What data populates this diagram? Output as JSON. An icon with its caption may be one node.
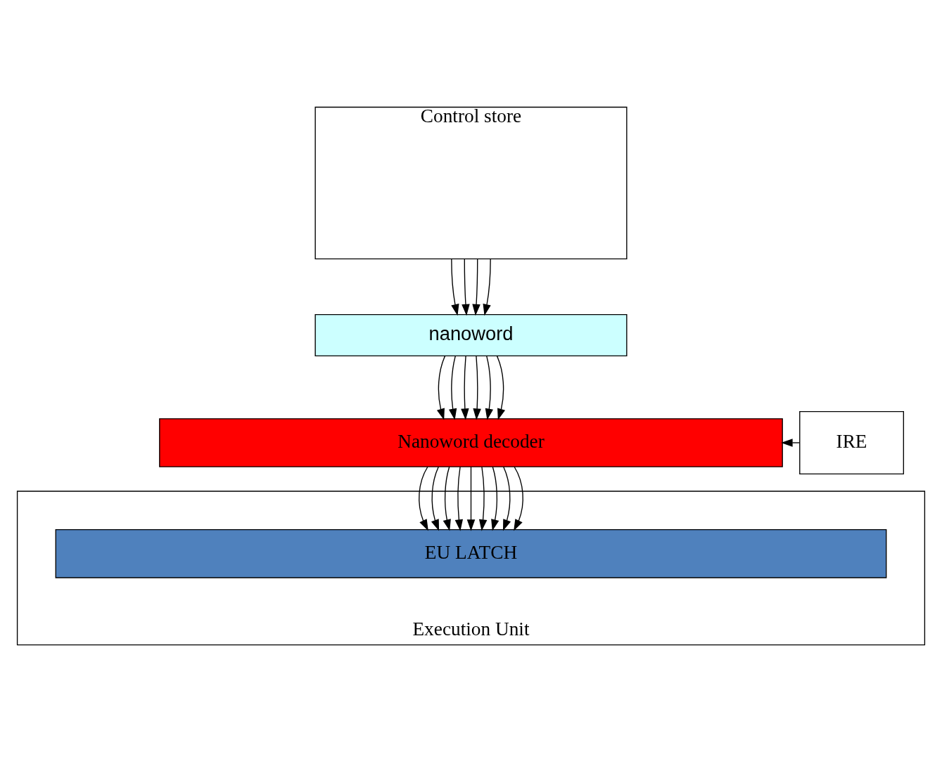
{
  "diagram": {
    "nodes": [
      {
        "text": [
          "Control store"
        ]
      },
      {
        "text": [
          "nanoword"
        ]
      },
      {
        "text": [
          "Nanoword decoder"
        ]
      },
      {
        "text": [
          "IRE"
        ]
      },
      {
        "text": [
          "Execution Unit"
        ]
      },
      {
        "text": [
          "EU LATCH"
        ],
        "in": 4
      }
    ],
    "edges": [
      {
        "from": 0,
        "to": 1,
        "arrow": "to"
      },
      {
        "from": 0,
        "to": 1,
        "arrow": "to"
      },
      {
        "from": 0,
        "to": 1,
        "arrow": "to"
      },
      {
        "from": 0,
        "to": 1,
        "arrow": "to"
      },
      {
        "from": 1,
        "to": 2,
        "arrow": "to"
      },
      {
        "from": 1,
        "to": 2,
        "arrow": "to"
      },
      {
        "from": 1,
        "to": 2,
        "arrow": "to"
      },
      {
        "from": 1,
        "to": 2,
        "arrow": "to"
      },
      {
        "from": 1,
        "to": 2,
        "arrow": "to"
      },
      {
        "from": 1,
        "to": 2,
        "arrow": "to"
      },
      {
        "from": 3,
        "to": 2,
        "arrow": "to"
      },
      {
        "from": 2,
        "to": 5,
        "arrow": "to"
      },
      {
        "from": 2,
        "to": 5,
        "arrow": "to"
      },
      {
        "from": 2,
        "to": 5,
        "arrow": "to"
      },
      {
        "from": 2,
        "to": 5,
        "arrow": "to"
      },
      {
        "from": 2,
        "to": 5,
        "arrow": "to"
      },
      {
        "from": 2,
        "to": 5,
        "arrow": "to"
      },
      {
        "from": 2,
        "to": 5,
        "arrow": "to"
      },
      {
        "from": 2,
        "to": 5,
        "arrow": "to"
      },
      {
        "from": 2,
        "to": 5,
        "arrow": "to"
      }
    ]
  }
}
